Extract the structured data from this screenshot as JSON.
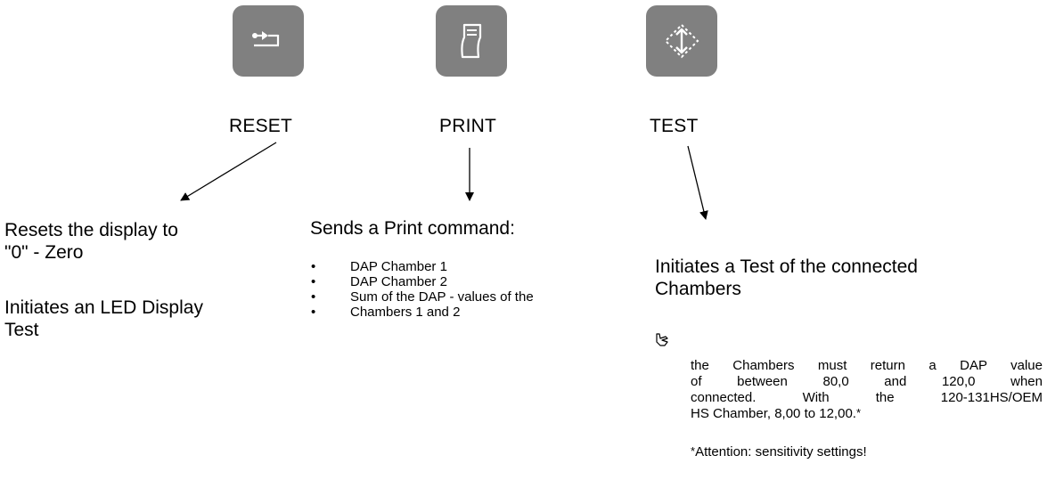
{
  "keys": {
    "reset": {
      "label": "RESET",
      "icon": "reset-icon"
    },
    "print": {
      "label": "PRINT",
      "icon": "print-icon"
    },
    "test": {
      "label": "TEST",
      "icon": "test-icon"
    }
  },
  "colors": {
    "key_background": "#808080",
    "key_symbol": "#ffffff",
    "text": "#000000"
  },
  "reset_desc": {
    "line1": "Resets the display to",
    "line2": "\"0\" - Zero",
    "line3": "Initiates an LED Display",
    "line4": "Test"
  },
  "print_desc": {
    "heading": "Sends a Print command:",
    "bullets": [
      "DAP Chamber 1",
      "DAP Chamber 2",
      "Sum of the DAP - values of the",
      "Chambers 1 and 2"
    ]
  },
  "test_desc": {
    "line1": "Initiates a Test of the connected",
    "line2": "Chambers",
    "pointer_icon": "hand-pointer-icon",
    "note_lines": [
      "the Chambers must return a DAP value",
      "of between 80,0 and 120,0 when",
      "connected. With the 120-131HS/OEM",
      "HS Chamber, 8,00 to 12,00."
    ],
    "attention_mark": "*",
    "attention": "Attention: sensitivity settings!"
  }
}
